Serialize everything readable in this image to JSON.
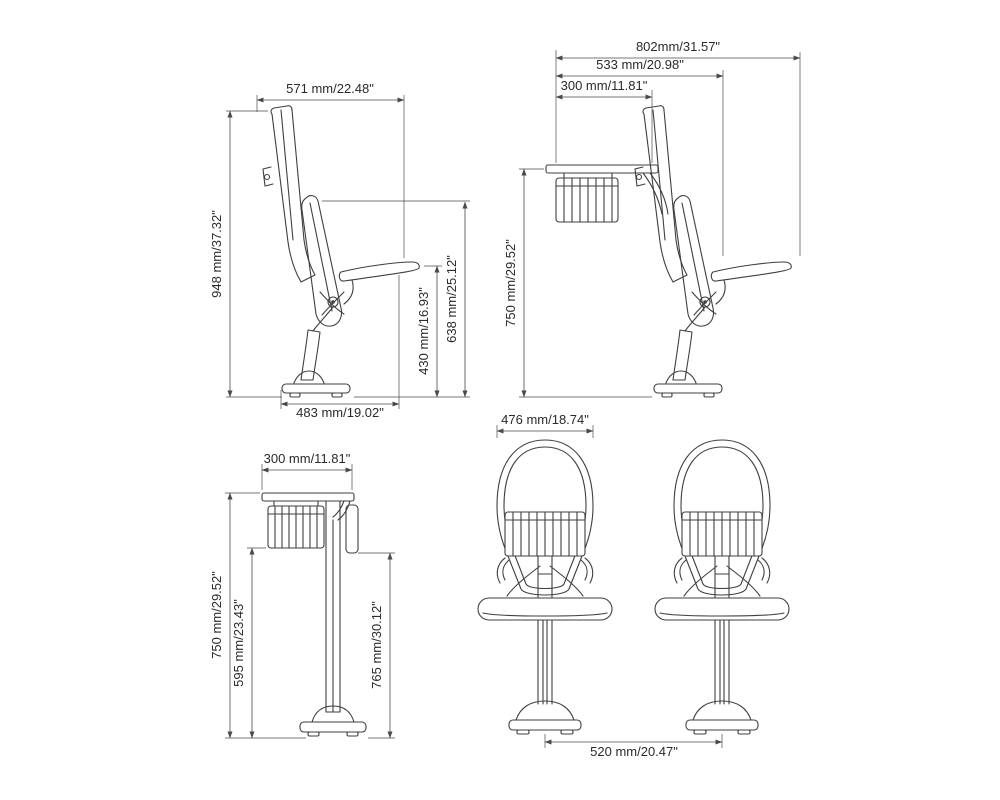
{
  "drawing": {
    "line_color": "#3f3f3f",
    "background": "#ffffff"
  },
  "views": {
    "chair_side_folded": {
      "dim_width_top": "571 mm/22.48\"",
      "dim_height_overall": "948 mm/37.32\"",
      "dim_height_armrest": "430 mm/16.93\"",
      "dim_height_seat_folded": "638 mm/25.12\"",
      "dim_depth_base": "483 mm/19.02\""
    },
    "chair_with_desk_side": {
      "dim_depth_overall": "802mm/31.57\"",
      "dim_depth_mid": "533 mm/20.98\"",
      "dim_depth_desk": "300 mm/11.81\"",
      "dim_height_desk": "750 mm/29.52\""
    },
    "desk_side": {
      "dim_depth_top": "300 mm/11.81\"",
      "dim_height_front": "750 mm/29.52\"",
      "dim_height_basket": "595 mm/23.43\"",
      "dim_height_rear": "765 mm/30.12\""
    },
    "chairs_front": {
      "dim_width_chair": "476 mm/18.74\"",
      "dim_spacing_centers": "520 mm/20.47\""
    }
  }
}
